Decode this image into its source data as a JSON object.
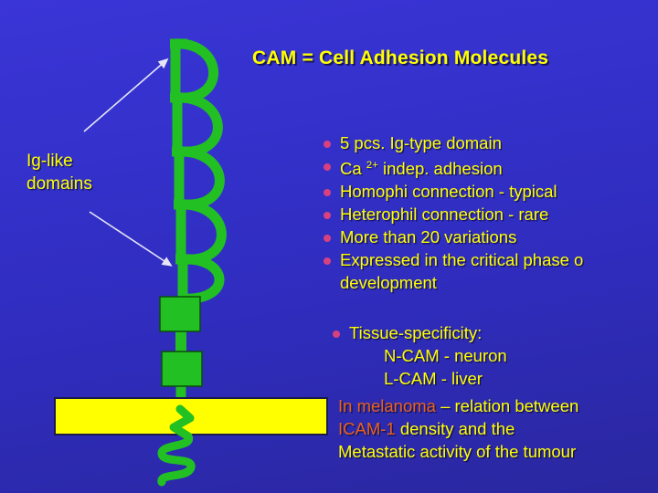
{
  "slide": {
    "title": "CAM = Cell Adhesion Molecules",
    "background_top_color": "#3a35d6",
    "background_bottom_color": "#2a279f"
  },
  "diagram": {
    "left_label_line1": "Ig-like",
    "left_label_line2": "domains",
    "molecule_color": "#22c022",
    "membrane_color": "#ffff00",
    "arrow_color": "#e6e6f5",
    "loop_count": 5,
    "box_count": 2
  },
  "bullets": {
    "color": "#ffff00",
    "marker_color": "#d8417f",
    "items": [
      {
        "text": "5 pcs.  Ig-type domain",
        "sup": ""
      },
      {
        "text_before": "Ca ",
        "sup": "2+",
        "text_after": " indep. adhesion"
      },
      {
        "text": "Homophi connection - typical"
      },
      {
        "text": "Heterophil connection - rare"
      },
      {
        "text": "More than 20 variations"
      },
      {
        "text": "Expressed in the critical phase o",
        "continuation": "development"
      }
    ],
    "tissue_item": "Tissue-specificity:",
    "tissue_sub": [
      "N-CAM - neuron",
      "L-CAM - liver"
    ]
  },
  "melanoma": {
    "highlight_color": "#e8601c",
    "line1_highlight": "In melanoma",
    "line1_rest": " – relation between",
    "line2_highlight": "ICAM-1",
    "line2_rest": " density and  the",
    "line3": "Metastatic activity of the tumour"
  }
}
